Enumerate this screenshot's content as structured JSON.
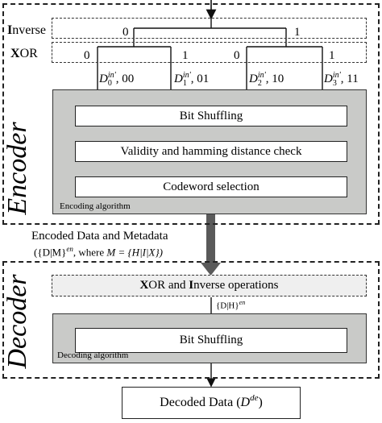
{
  "encoder": {
    "side_label": "Encoder",
    "inverse_label_initial": "I",
    "inverse_label_rest": "nverse",
    "xor_label_initial": "X",
    "xor_label_rest": "OR",
    "inverse_branch_0": "0",
    "inverse_branch_1": "1",
    "xor_branches": [
      "0",
      "1",
      "0",
      "1"
    ],
    "outputs": [
      {
        "sym": "D",
        "sub": "0",
        "sup": "in'",
        "code": ", 00"
      },
      {
        "sym": "D",
        "sub": "1",
        "sup": "in'",
        "code": ", 01"
      },
      {
        "sym": "D",
        "sub": "2",
        "sup": "in'",
        "code": ", 10"
      },
      {
        "sym": "D",
        "sub": "3",
        "sup": "in'",
        "code": ", 11"
      }
    ],
    "steps": [
      "Bit Shuffling",
      "Validity and hamming distance check",
      "Codeword selection"
    ],
    "algorithm_label": "Encoding algorithm"
  },
  "transfer": {
    "line1": "Encoded Data and Metadata",
    "line2_prefix": "({D|M}",
    "line2_sup": "en",
    "line2_mid": ", where ",
    "line2_eq": "M = {H|I|X})"
  },
  "decoder": {
    "side_label": "Decoder",
    "ops_x": "X",
    "ops_mid": "OR and ",
    "ops_i": "I",
    "ops_rest": "nverse operations",
    "dh_label": "{D|H}",
    "dh_sup": "en",
    "step": "Bit Shuffling",
    "algorithm_label": "Decoding algorithm"
  },
  "output": {
    "label": "Decoded Data (",
    "sym": "D",
    "sup": "de",
    "close": ")"
  }
}
